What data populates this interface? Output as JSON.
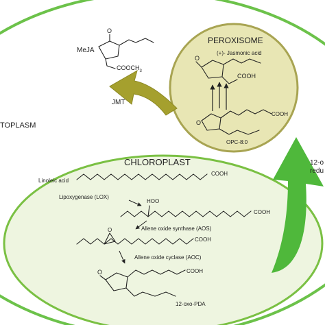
{
  "compartments": {
    "cytoplasm": "TOPLASM",
    "peroxisome": "PEROXISOME",
    "chloroplast": "CHLOROPLAST"
  },
  "molecules": {
    "meja": "MeJA",
    "meja_o": "O",
    "meja_cooch3": "COOCH",
    "meja_sub": "3",
    "ja": "(+)- Jasmonic acid",
    "ja_o": "O",
    "ja_cooh": "COOH",
    "opc_cooh": "COOH",
    "opc": "OPC-8:0",
    "opc_o": "O",
    "linoleic": "Linoleic acid",
    "linoleic_cooh": "COOH",
    "hoo": "HOO",
    "hpot_cooh": "COOH",
    "epoxide_o": "O",
    "allene_cooh": "COOH",
    "opda_o": "O",
    "opda_cooh": "COOH",
    "opda": "12-oxo-PDA"
  },
  "enzymes": {
    "jmt": "JMT",
    "lox": "Lipoxygenase (LOX)",
    "aos": "Allene oxide synthase (AOS)",
    "aoc": "Allene oxide cyclase (AOC)"
  },
  "right_label": {
    "line1": "12-o",
    "line2": "redu"
  },
  "colors": {
    "outer_cell": "#6cc24a",
    "peroxisome_fill": "#e8e6b4",
    "peroxisome_stroke": "#a8a452",
    "chloroplast_fill": "#eef5e0",
    "chloroplast_stroke": "#7ac043",
    "jmt_arrow": "#a5a02e",
    "green_arrow": "#4fb83b"
  }
}
